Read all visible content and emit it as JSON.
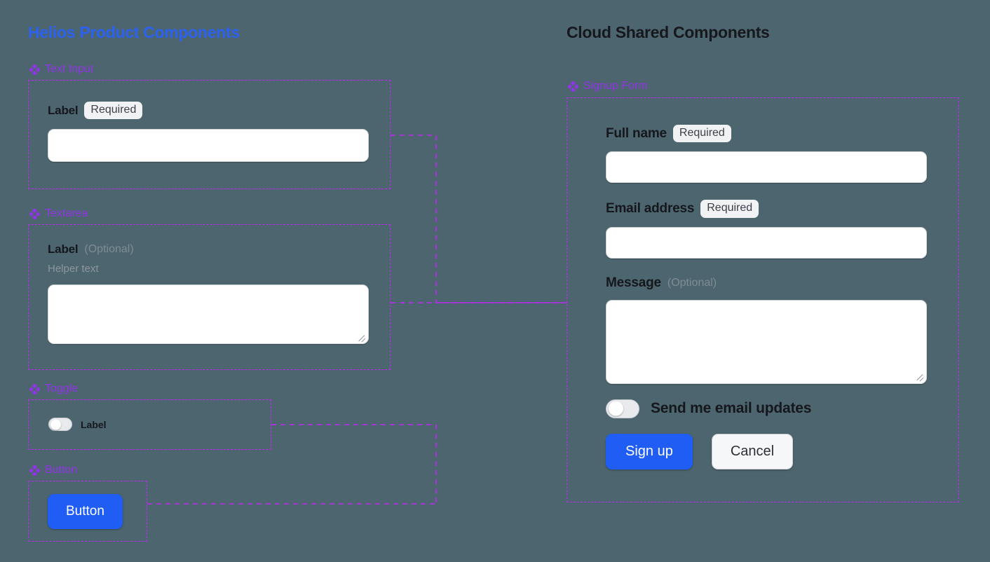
{
  "background_color": "#4c656e",
  "accent_colors": {
    "left_title": "#2d62f0",
    "right_title": "#16181d",
    "section_label": "#9333ea",
    "frame_dashed": "#c026f5",
    "primary_button": "#1f5df5"
  },
  "panels": {
    "left": {
      "title": "Helios Product Components",
      "sections": [
        {
          "icon": "components-diamond-icon",
          "label": "Text Input",
          "component": {
            "type": "text-input",
            "label": "Label",
            "badge": "Required",
            "value": "",
            "placeholder": ""
          }
        },
        {
          "icon": "components-diamond-icon",
          "label": "Textarea",
          "component": {
            "type": "textarea",
            "label": "Label",
            "optional": "(Optional)",
            "helper_text": "Helper text",
            "value": "",
            "placeholder": ""
          }
        },
        {
          "icon": "components-diamond-icon",
          "label": "Toggle",
          "component": {
            "type": "toggle",
            "label": "Label",
            "state": "off"
          }
        },
        {
          "icon": "components-diamond-icon",
          "label": "Button",
          "component": {
            "type": "button",
            "label": "Button",
            "variant": "primary"
          }
        }
      ]
    },
    "right": {
      "title": "Cloud Shared Components",
      "sections": [
        {
          "icon": "components-diamond-icon",
          "label": "Signup Form"
        }
      ],
      "form": {
        "fields": [
          {
            "label": "Full name",
            "badge": "Required",
            "type": "text-input",
            "value": "",
            "placeholder": ""
          },
          {
            "label": "Email address",
            "badge": "Required",
            "type": "text-input",
            "value": "",
            "placeholder": ""
          },
          {
            "label": "Message",
            "optional": "(Optional)",
            "type": "textarea",
            "value": "",
            "placeholder": ""
          }
        ],
        "toggle": {
          "label": "Send me email updates",
          "state": "off"
        },
        "actions": {
          "primary": "Sign up",
          "secondary": "Cancel"
        }
      }
    }
  }
}
